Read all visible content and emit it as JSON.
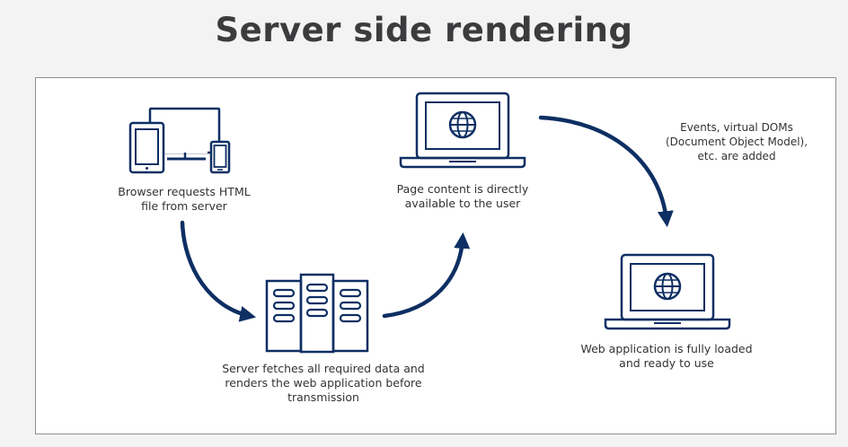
{
  "title": "Server side rendering",
  "colors": {
    "navy": "#0e2f63",
    "background": "#f3f3f4",
    "panel": "#ffffff",
    "border": "#8e8e92",
    "title_text": "#3c3c3e",
    "caption_text": "#333333"
  },
  "icons": {
    "devices": "devices-icon",
    "server": "server-rack-icon",
    "laptop_page": "laptop-globe-icon",
    "laptop_app": "laptop-globe-icon"
  },
  "steps": {
    "browser_request": {
      "lines": [
        "Browser requests HTML",
        "file from server"
      ]
    },
    "server_fetch": {
      "lines": [
        "Server fetches all required data and",
        "renders the web application before",
        "transmission"
      ]
    },
    "page_content": {
      "lines": [
        "Page content is directly",
        "available to the user"
      ]
    },
    "events_added": {
      "lines": [
        "Events, virtual DOMs",
        "(Document Object Model),",
        "etc. are added"
      ]
    },
    "fully_loaded": {
      "lines": [
        "Web application is fully loaded",
        "and ready to use"
      ]
    }
  }
}
